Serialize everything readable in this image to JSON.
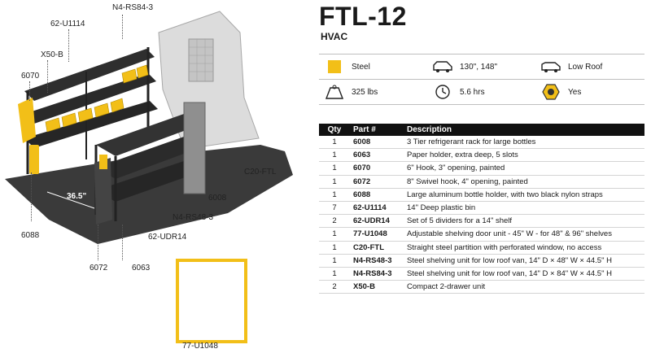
{
  "header": {
    "title": "FTL-12",
    "subtitle": "HVAC"
  },
  "specs": [
    {
      "icon": "steel-swatch-icon",
      "label": "Steel"
    },
    {
      "icon": "van-icon",
      "label": "130\", 148\""
    },
    {
      "icon": "low-roof-van-icon",
      "label": "Low Roof"
    },
    {
      "icon": "weight-icon",
      "label": "325 lbs"
    },
    {
      "icon": "install-time-icon",
      "label": "5.6 hrs"
    },
    {
      "icon": "hardware-nut-icon",
      "label": "Yes"
    }
  ],
  "colors": {
    "accent": "#f2bf18",
    "header_bg": "#111111"
  },
  "table": {
    "headers": {
      "qty": "Qty",
      "part": "Part #",
      "description": "Description"
    },
    "rows": [
      {
        "qty": "1",
        "part": "6008",
        "description": "3 Tier refrigerant rack for large bottles"
      },
      {
        "qty": "1",
        "part": "6063",
        "description": "Paper holder, extra deep, 5 slots"
      },
      {
        "qty": "1",
        "part": "6070",
        "description": "6\" Hook, 3\" opening, painted"
      },
      {
        "qty": "1",
        "part": "6072",
        "description": "8\" Swivel hook, 4\" opening, painted"
      },
      {
        "qty": "1",
        "part": "6088",
        "description": "Large aluminum bottle holder, with two black nylon straps"
      },
      {
        "qty": "7",
        "part": "62-U1114",
        "description": "14\" Deep plastic bin"
      },
      {
        "qty": "2",
        "part": "62-UDR14",
        "description": "Set of 5 dividers for a 14\" shelf"
      },
      {
        "qty": "1",
        "part": "77-U1048",
        "description": "Adjustable shelving door unit - 45\" W - for 48\" & 96\" shelves"
      },
      {
        "qty": "1",
        "part": "C20-FTL",
        "description": "Straight steel partition with perforated window, no access"
      },
      {
        "qty": "1",
        "part": "N4-RS48-3",
        "description": "Steel shelving unit for low roof van, 14\" D × 48\" W × 44.5\" H"
      },
      {
        "qty": "1",
        "part": "N4-RS84-3",
        "description": "Steel shelving unit for low roof van, 14\" D × 84\" W × 44.5\" H"
      },
      {
        "qty": "2",
        "part": "X50-B",
        "description": "Compact 2-drawer unit"
      }
    ]
  },
  "diagram_labels": {
    "n4_rs84": "N4-RS84-3",
    "u1114": "62-U1114",
    "x50b": "X50-B",
    "p6070": "6070",
    "c20": "C20-FTL",
    "p6008": "6008",
    "n4_rs48": "N4-RS48-3",
    "dim": "36.5\"",
    "p6088": "6088",
    "udr14": "62-UDR14",
    "p6072": "6072",
    "p6063": "6063",
    "door": "77-U1048"
  }
}
